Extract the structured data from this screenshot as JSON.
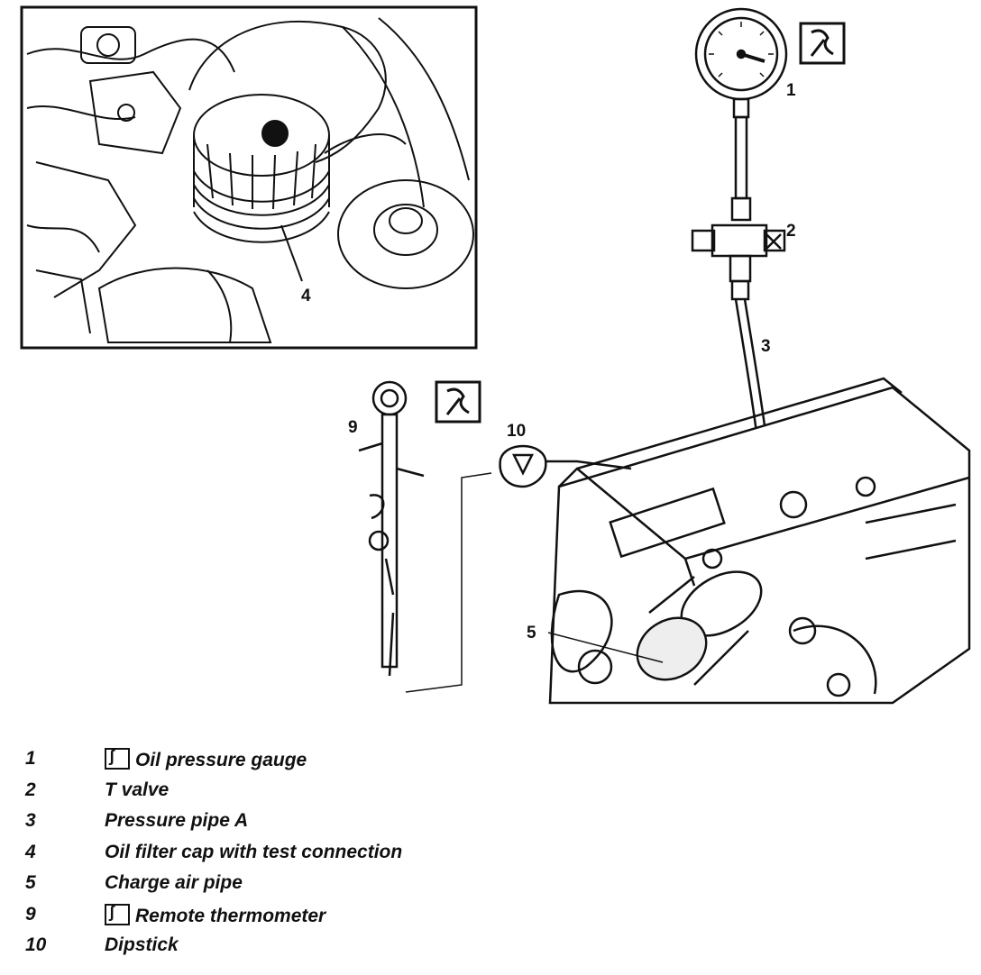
{
  "callouts": {
    "c1": "1",
    "c2": "2",
    "c3": "3",
    "c4": "4",
    "c5": "5",
    "c9": "9",
    "c10": "10"
  },
  "icons": {
    "special_tool": "special-tool-symbol-icon"
  },
  "legend": [
    {
      "num": "1",
      "text": "Oil pressure gauge",
      "tool_symbol": true
    },
    {
      "num": "2",
      "text": "T valve",
      "tool_symbol": false
    },
    {
      "num": "3",
      "text": "Pressure pipe A",
      "tool_symbol": false
    },
    {
      "num": "4",
      "text": "Oil filter cap with test connection",
      "tool_symbol": false
    },
    {
      "num": "5",
      "text": "Charge air pipe",
      "tool_symbol": false
    },
    {
      "num": "9",
      "text": "Remote thermometer",
      "tool_symbol": true
    },
    {
      "num": "10",
      "text": "Dipstick",
      "tool_symbol": false
    }
  ]
}
